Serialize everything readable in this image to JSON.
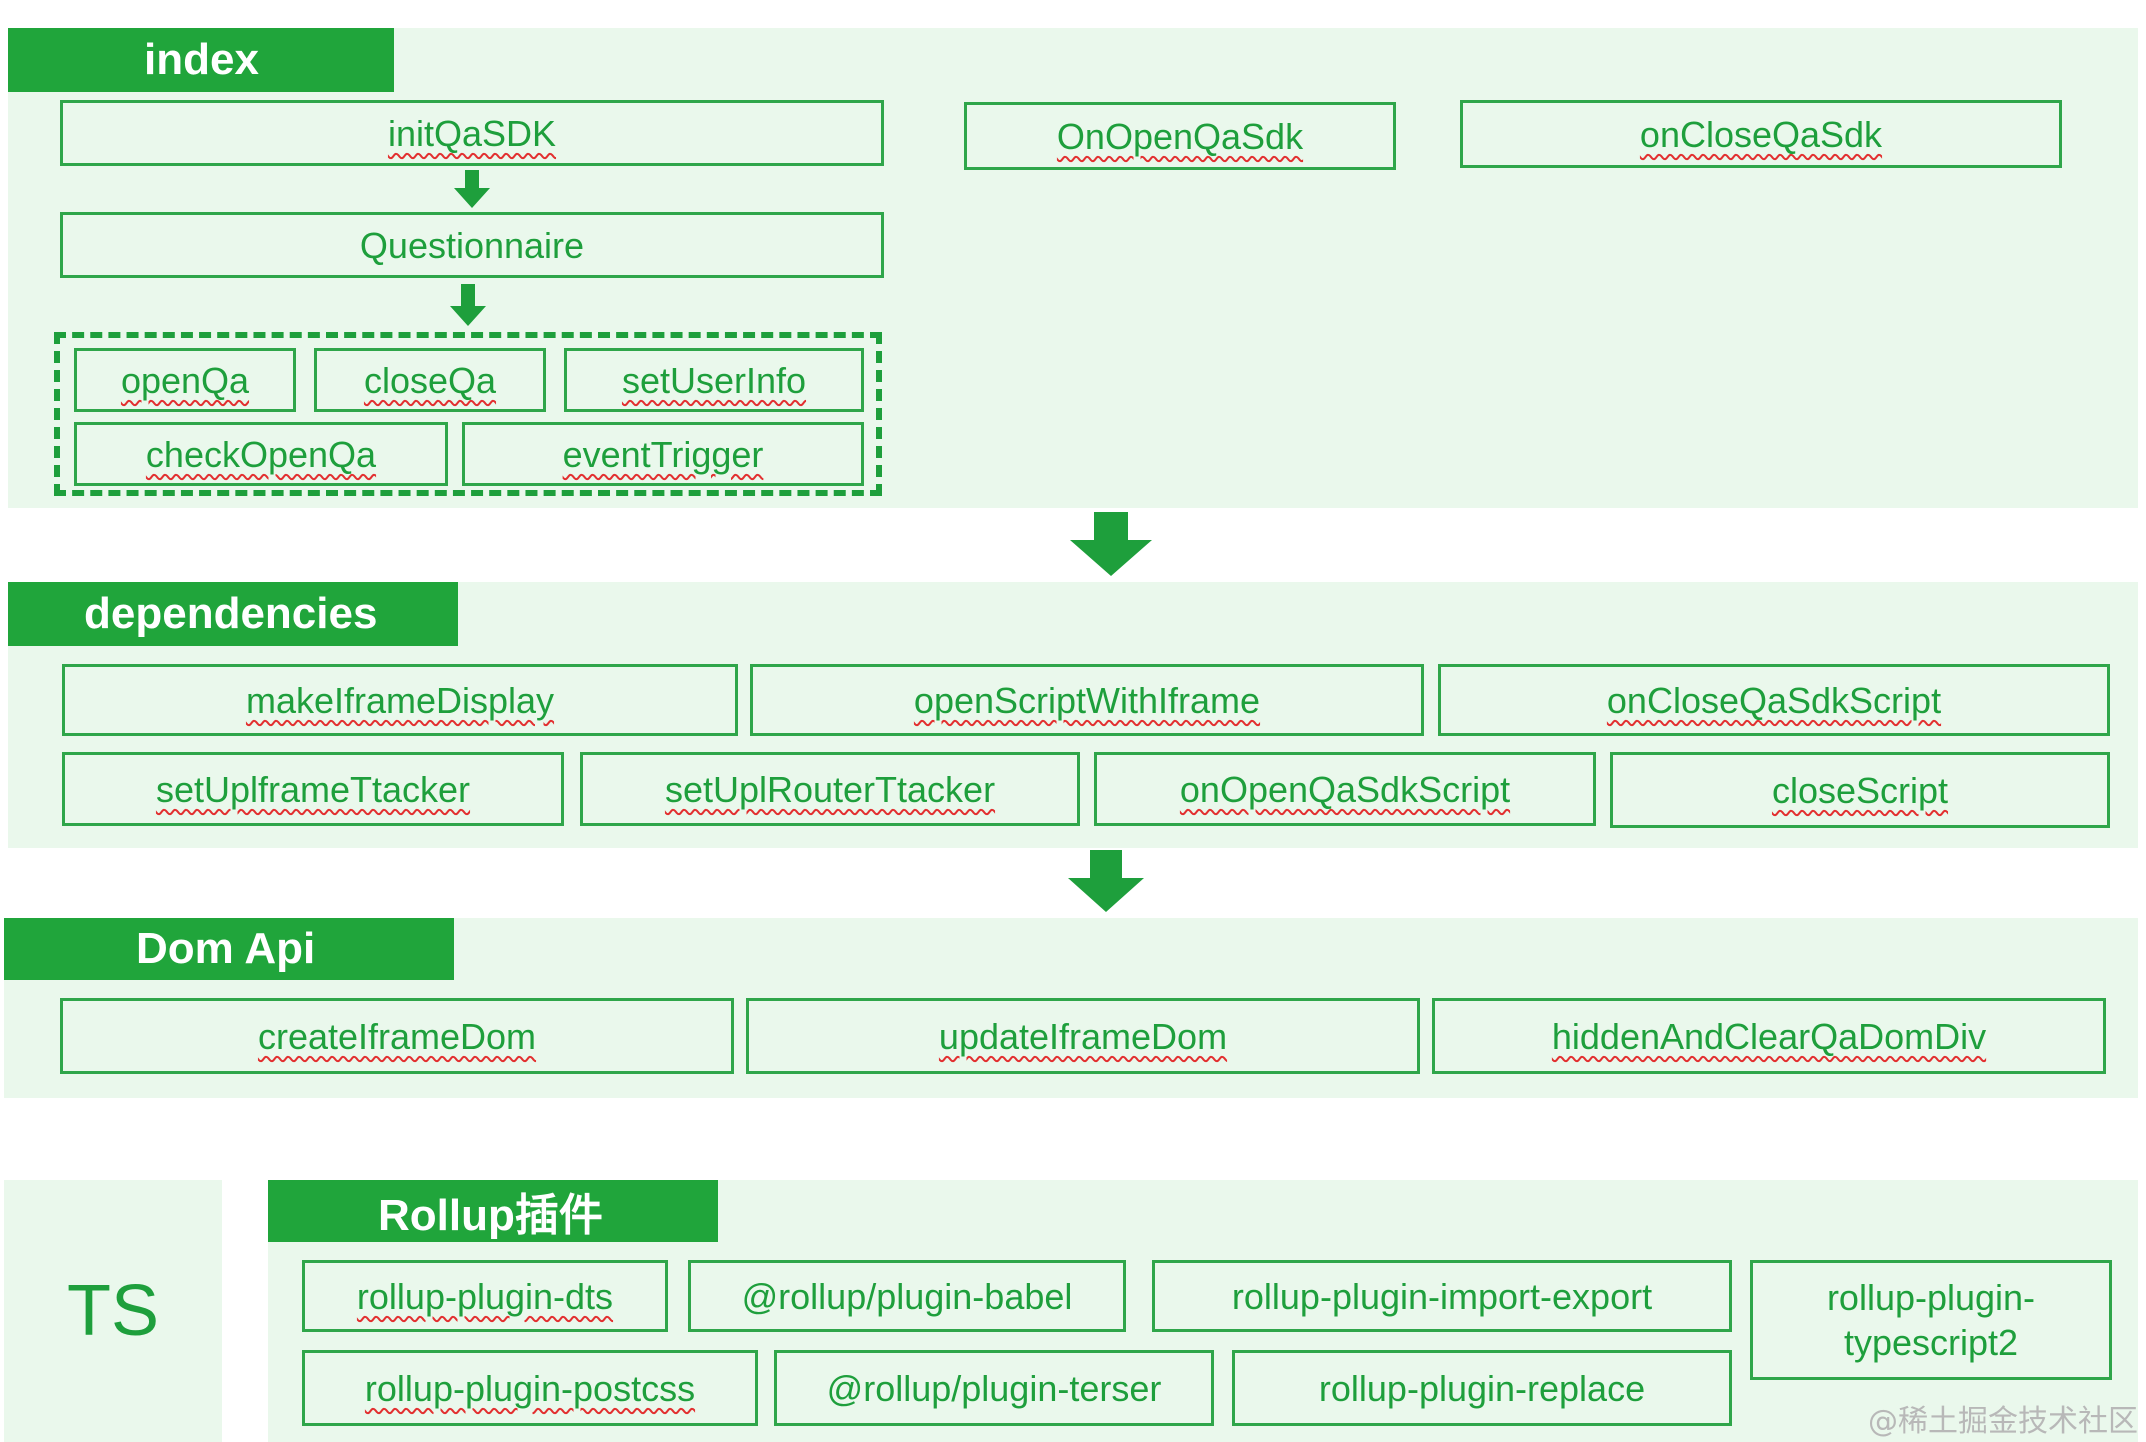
{
  "colors": {
    "accent": "#20a53b",
    "panel": "#eaf8ec",
    "text": "#1e9f3c"
  },
  "sections": {
    "index": {
      "title": "index",
      "init": "initQaSDK",
      "open": "OnOpenQaSdk",
      "close": "onCloseQaSdk",
      "questionnaire": "Questionnaire",
      "methods": [
        "openQa",
        "closeQa",
        "setUserInfo",
        "checkOpenQa",
        "eventTrigger"
      ]
    },
    "dependencies": {
      "title": "dependencies",
      "items": [
        "makeIframeDisplay",
        "openScriptWithIframe",
        "onCloseQaSdkScript",
        "setUplframeTtacker",
        "setUplRouterTtacker",
        "onOpenQaSdkScript",
        "closeScript"
      ]
    },
    "domapi": {
      "title": "Dom Api",
      "items": [
        "createIframeDom",
        "updateIframeDom",
        "hiddenAndClearQaDomDiv"
      ]
    },
    "ts": {
      "label": "TS"
    },
    "rollup": {
      "title": "Rollup插件",
      "items": [
        "rollup-plugin-dts",
        "@rollup/plugin-babel",
        "rollup-plugin-import-export",
        "rollup-plugin-typescript2",
        "rollup-plugin-postcss",
        "@rollup/plugin-terser",
        "rollup-plugin-replace"
      ]
    }
  },
  "watermark": "@稀土掘金技术社区"
}
